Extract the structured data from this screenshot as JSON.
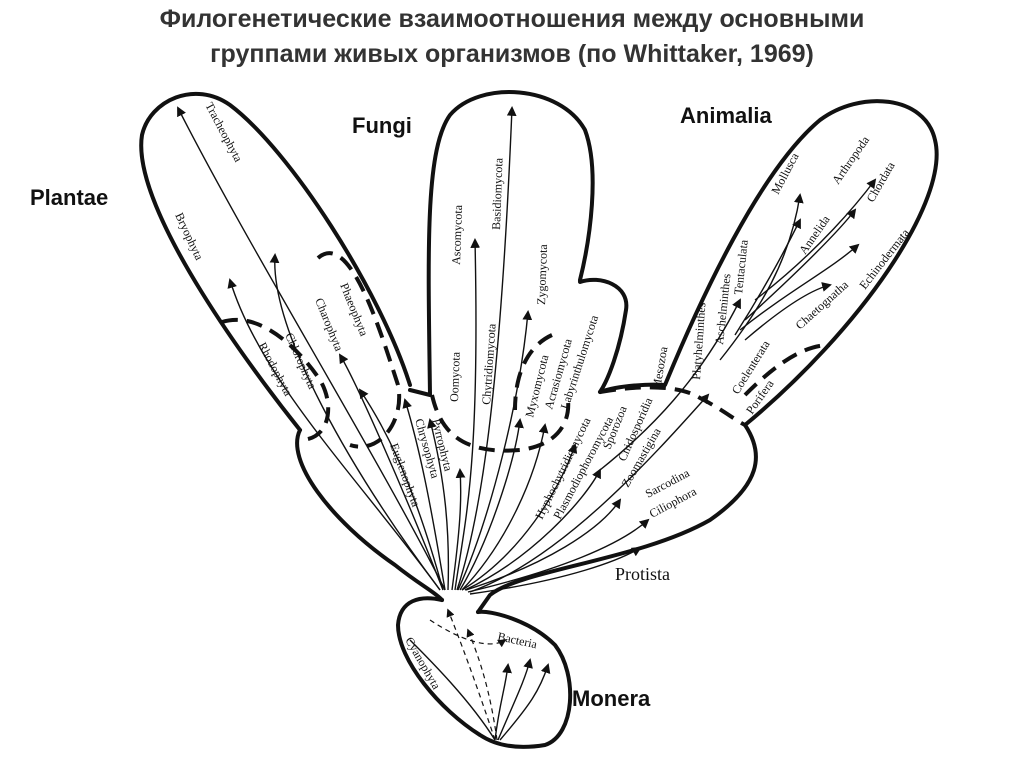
{
  "title": {
    "line1": "Филогенетические взаимоотношения между основными",
    "line2": "группами живых организмов (по Whittaker, 1969)"
  },
  "kingdoms": {
    "plantae": "Plantae",
    "fungi": "Fungi",
    "animalia": "Animalia",
    "protista": "Protista",
    "monera": "Monera"
  },
  "taxa": {
    "tracheophyta": "Tracheophyta",
    "bryophyta": "Bryophyta",
    "phaeophyta": "Phaeophyta",
    "charophyta": "Charophyta",
    "chlorophyta": "Chlorophyta",
    "rhodophyta": "Rhodophyta",
    "euglenophyta": "Euglenophyta",
    "chrysophyta": "Chrysophyta",
    "pyrrophyta": "Pyrrophyta",
    "ascomycota": "Ascomycota",
    "basidiomycota": "Basidiomycota",
    "zygomycota": "Zygomycota",
    "oomycota": "Oomycota",
    "chytridiomycota": "Chytridiomycota",
    "myxomycota": "Myxomycota",
    "acrasiomycota": "Acrasiomycota",
    "labyrinthulomycota": "Labyrinthulomycota",
    "hyphochytridiomycota": "Hyphochytridiomycota",
    "plasmodiophoromycota": "Plasmodiophoromycota",
    "sporozoa": "Sporozoa",
    "cnidosporidia": "Cnidosporidia",
    "zoomastigina": "Zoomastigina",
    "sarcodina": "Sarcodina",
    "ciliophora": "Ciliophora",
    "mollusca": "Mollusca",
    "arthropoda": "Arthropoda",
    "annelida": "Annelida",
    "chordata": "Chordata",
    "tentaculata": "Tentaculata",
    "aschelminthes": "Aschelminthes",
    "chaetognatha": "Chaetognatha",
    "echinodermata": "Echinodermata",
    "platyhelminthes": "Platyhelminthes",
    "mesozoa": "Mesozoa",
    "coelenterata": "Coelenterata",
    "porifera": "Porifera",
    "bacteria": "Bacteria",
    "cyanophyta": "Cyanophyta"
  }
}
